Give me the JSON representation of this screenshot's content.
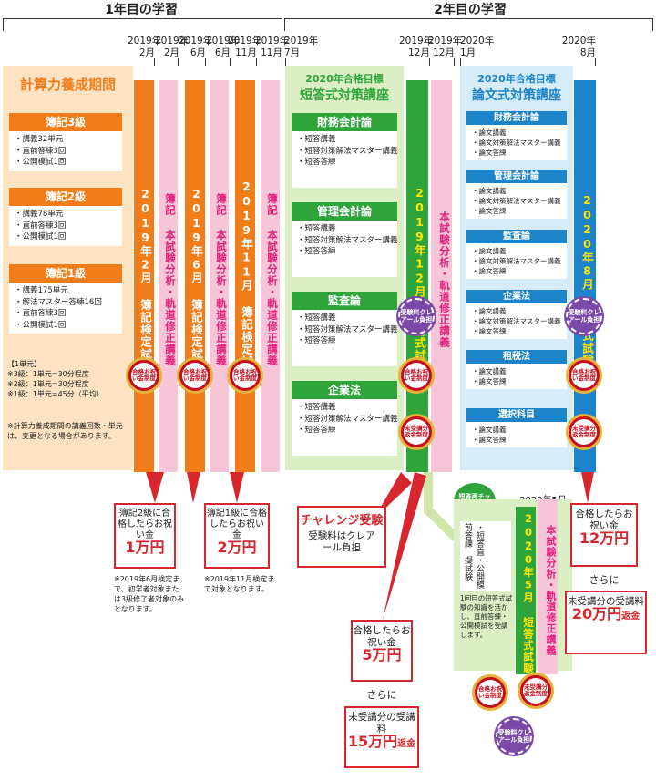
{
  "phases": {
    "year1": "1年目の学習",
    "year2": "2年目の学習"
  },
  "dates": {
    "d1": "2019年\n2月",
    "d2": "2019年\n2月",
    "d3": "2019年\n6月",
    "d4": "2019年\n6月",
    "d5": "2019年\n11月",
    "d6": "2019年\n11月",
    "d7": "2019年\n7月",
    "d8": "2019年\n12月",
    "d9": "2019年\n12月",
    "d10": "2020年\n1月",
    "d11": "2020年\n8月",
    "d12": "2020年5月"
  },
  "year1": {
    "period_title": "計算力養成期間",
    "boxes": [
      {
        "title": "簿記3級",
        "items": [
          "・講義32単元",
          "・直前答練3回",
          "・公開模試1回"
        ]
      },
      {
        "title": "簿記2級",
        "items": [
          "・講義78単元",
          "・直前答練3回",
          "・公開模試1回"
        ]
      },
      {
        "title": "簿記1級",
        "items": [
          "・講義175単元",
          "・解法マスター答練16回",
          "・直前答練3回",
          "・公開模試1回"
        ]
      }
    ],
    "unit_notes": [
      "【1単元】",
      "※3級：1単元=30分程度",
      "※2級：1単元=30分程度",
      "※1級：1単元=45分（平均）"
    ],
    "footnote": "※計算力養成期間の講義回数・単元は、変更となる場合があります。",
    "exam1": "2019年2月 簿記検定試験",
    "exam2": "2019年6月 簿記検定試験",
    "exam3": "2019年11月 簿記検定試験",
    "analysis": "簿記 本試験分析・軌道修正講義"
  },
  "year2": {
    "short_title1": "2020年合格目標",
    "short_title2": "短答式対策講座",
    "short_boxes": [
      {
        "title": "財務会計論",
        "items": [
          "・短答講義",
          "・短答対策解法マスター講義",
          "・短答答練"
        ]
      },
      {
        "title": "管理会計論",
        "items": [
          "・短答講義",
          "・短答対策解法マスター講義",
          "・短答答練"
        ]
      },
      {
        "title": "監査論",
        "items": [
          "・短答講義",
          "・短答対策解法マスター講義",
          "・短答答練"
        ]
      },
      {
        "title": "企業法",
        "items": [
          "・短答講義",
          "・短答対策解法マスター講義",
          "・短答答練"
        ]
      }
    ],
    "short_exam": "2019年12月 短答式試験",
    "short_analysis": "本試験分析・軌道修正講義",
    "essay_title1": "2020年合格目標",
    "essay_title2": "論文式対策講座",
    "essay_boxes": [
      {
        "title": "財務会計論",
        "items": [
          "・論文講義",
          "・論文対策解法マスター講義",
          "・論文答練"
        ]
      },
      {
        "title": "管理会計論",
        "items": [
          "・論文講義",
          "・論文対策解法マスター講義",
          "・論文答練"
        ]
      },
      {
        "title": "監査論",
        "items": [
          "・論文講義",
          "・論文対策解法マスター講義",
          "・論文答練"
        ]
      },
      {
        "title": "企業法",
        "items": [
          "・論文講義",
          "・論文対策解法マスター講義",
          "・論文答練"
        ]
      },
      {
        "title": "租税法",
        "items": [
          "・論文講義",
          "・論文答練"
        ]
      },
      {
        "title": "選択科目",
        "items": [
          "・論文講義",
          "・論文答練"
        ]
      }
    ],
    "essay_exam": "2020年8月 論文式試験",
    "challenge_badge": "短答再チャレンジ特典",
    "challenge_items": [
      "・短答直前答練",
      "・公開模擬試験"
    ],
    "challenge_note": "1回目の短答式試験の知識を活かし、直前答練・公開模試を受講します。",
    "may_exam": "2020年5月 短答式試験",
    "may_analysis": "本試験分析・軌道修正講義"
  },
  "medals": {
    "celebrate": "合格お祝い金制度",
    "refund": "未受講分返金制度",
    "clear": "受験料クレアール負担",
    "clear2": "受験料クレアール負担"
  },
  "callouts": {
    "c1_text": "簿記2級に合格したらお祝い金",
    "c1_amount": "1万円",
    "c1_note": "※2019年6月検定まで、初学者対象または3級修了者対象のみとなります。",
    "c2_text": "簿記1級に合格したらお祝い金",
    "c2_amount": "2万円",
    "c2_note": "※2019年11月検定まで対象となります。",
    "c3_title": "チャレンジ受験",
    "c3_text": "受験料はクレアール負担",
    "c4_text": "合格したらお祝い金",
    "c4_amount": "5万円",
    "c4_sara": "さらに",
    "c4_text2": "未受講分の受講料",
    "c4_amount2": "15万円",
    "c4_suffix": "返金",
    "c5_text": "合格したらお祝い金",
    "c5_amount": "12万円",
    "c5_sara": "さらに",
    "c5_text2": "未受講分の受講料",
    "c5_amount2": "20万円",
    "c5_suffix": "返金"
  }
}
